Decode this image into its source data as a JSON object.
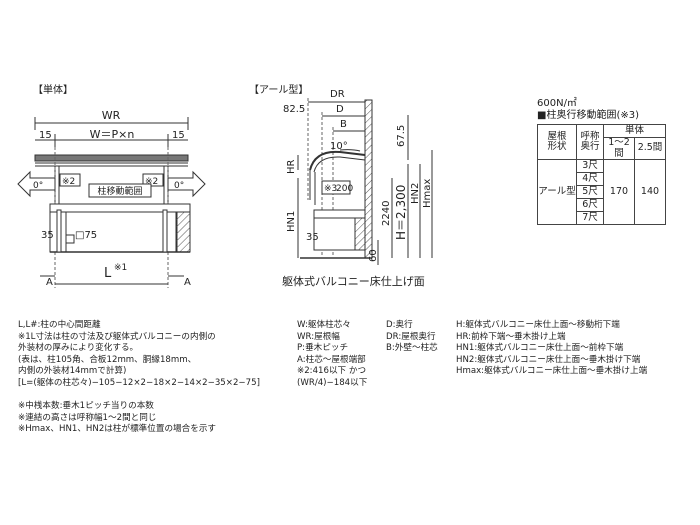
{
  "front_view": {
    "title": "【単体】",
    "wr_label": "WR",
    "width_formula": "W＝P×n",
    "overhang_left": "15",
    "overhang_right": "15",
    "angle_left": "0°",
    "angle_right": "0°",
    "range_left": "※2",
    "range_right": "※2",
    "post_move_label": "柱移動範囲",
    "base_height": "35",
    "post_size": "□75",
    "section_left": "A",
    "section_right": "A",
    "span_label": "L",
    "span_note": "※1"
  },
  "side_view": {
    "title": "【アール型】",
    "dr_label": "DR",
    "d_label": "D",
    "b_label": "B",
    "offset_825": "82.5",
    "roof_angle": "10°",
    "top_margin": "67.5",
    "hr_label": "HR",
    "hn1_label": "HN1",
    "hn2_label": "HN2",
    "hmax_label": "Hmax",
    "range_label": "※3",
    "range_value": "200",
    "h_label": "H＝2,300",
    "total_height": "2240",
    "base_height": "35",
    "floor_height": "60",
    "floor_caption": "躯体式バルコニー床仕上げ面"
  },
  "spec_table": {
    "load": "600N/㎡",
    "title": "■柱奥行移動範囲(※3)",
    "col_roof": "屋根形状",
    "col_roof_1": "屋根",
    "col_roof_2": "形状",
    "col_depth_1": "呼称",
    "col_depth_2": "奥行",
    "col_unit": "単体",
    "col_span1": "1〜2間",
    "col_span2": "2.5間",
    "roof_type": "アール型",
    "depths": [
      "3尺",
      "4尺",
      "5尺",
      "6尺",
      "7尺"
    ],
    "val_span1": "170",
    "val_span2": "140"
  },
  "notes_left": [
    "L,L#:柱の中心間距離",
    "※1L寸法は柱の寸法及び躯体式バルコニーの内側の",
    "外装材の厚みにより変化する。",
    "(表は、柱105角、合板12mm、胴縁18mm、",
    "内側の外装材14mmで計算)",
    "[L=(躯体の柱芯々)−105−12×2−18×2−14×2−35×2−75]",
    "",
    "※中桟本数:垂木1ピッチ当りの本数",
    "※連結の高さは呼称幅1〜2間と同じ",
    "※Hmax、HN1、HN2は柱が標準位置の場合を示す"
  ],
  "notes_mid": [
    "W:躯体柱芯々",
    "WR:屋根幅",
    "P:垂木ピッチ",
    "A:柱芯〜屋根端部",
    "※2:416以下 かつ",
    "(WR/4)−184以下"
  ],
  "notes_mid2": [
    "D:奥行",
    "DR:屋根奥行",
    "B:外壁〜柱芯"
  ],
  "notes_right": [
    "H:躯体式バルコニー床仕上面〜移動桁下端",
    "HR:前枠下端〜垂木掛け上端",
    "HN1:躯体式バルコニー床仕上面〜前枠下端",
    "HN2:躯体式バルコニー床仕上面〜垂木掛け下端",
    "Hmax:躯体式バルコニー床仕上面〜垂木掛け上端"
  ]
}
